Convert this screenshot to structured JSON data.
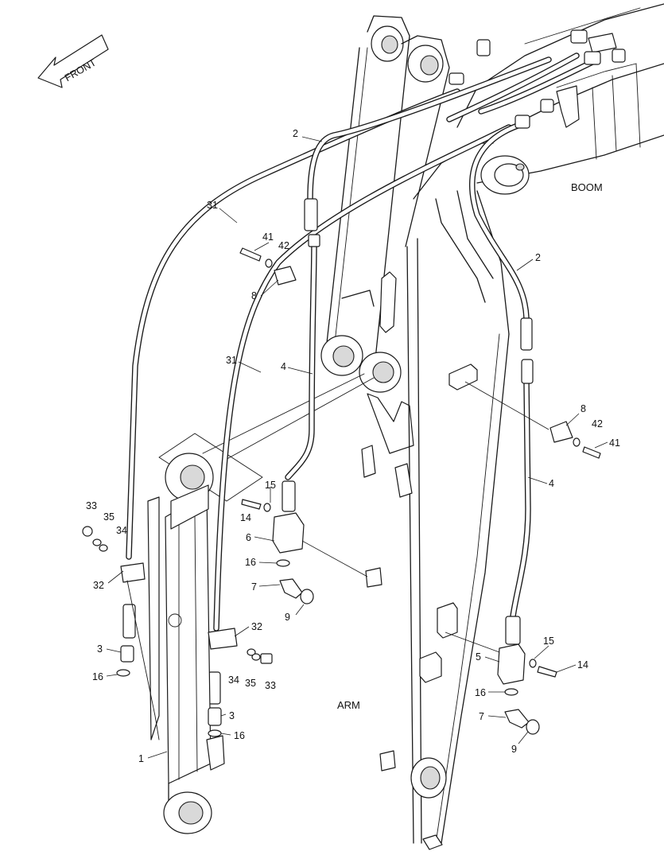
{
  "front_label": "FRONT",
  "boom_label": "BOOM",
  "arm_label": "ARM",
  "callouts": [
    {
      "id": "c2a",
      "text": "2"
    },
    {
      "id": "c2b",
      "text": "2"
    },
    {
      "id": "c31a",
      "text": "31"
    },
    {
      "id": "c31b",
      "text": "31"
    },
    {
      "id": "c41a",
      "text": "41"
    },
    {
      "id": "c42a",
      "text": "42"
    },
    {
      "id": "c8a",
      "text": "8"
    },
    {
      "id": "c4a",
      "text": "4"
    },
    {
      "id": "c4b",
      "text": "4"
    },
    {
      "id": "c8b",
      "text": "8"
    },
    {
      "id": "c42b",
      "text": "42"
    },
    {
      "id": "c41b",
      "text": "41"
    },
    {
      "id": "c15a",
      "text": "15"
    },
    {
      "id": "c14a",
      "text": "14"
    },
    {
      "id": "c6",
      "text": "6"
    },
    {
      "id": "c16a",
      "text": "16"
    },
    {
      "id": "c7a",
      "text": "7"
    },
    {
      "id": "c9a",
      "text": "9"
    },
    {
      "id": "c33a",
      "text": "33"
    },
    {
      "id": "c35a",
      "text": "35"
    },
    {
      "id": "c34a",
      "text": "34"
    },
    {
      "id": "c32a",
      "text": "32"
    },
    {
      "id": "c32b",
      "text": "32"
    },
    {
      "id": "c3a",
      "text": "3"
    },
    {
      "id": "c16b",
      "text": "16"
    },
    {
      "id": "c34b",
      "text": "34"
    },
    {
      "id": "c35b",
      "text": "35"
    },
    {
      "id": "c33b",
      "text": "33"
    },
    {
      "id": "c3b",
      "text": "3"
    },
    {
      "id": "c16c",
      "text": "16"
    },
    {
      "id": "c1",
      "text": "1"
    },
    {
      "id": "c15b",
      "text": "15"
    },
    {
      "id": "c5",
      "text": "5"
    },
    {
      "id": "c14b",
      "text": "14"
    },
    {
      "id": "c16d",
      "text": "16"
    },
    {
      "id": "c7b",
      "text": "7"
    },
    {
      "id": "c9b",
      "text": "9"
    }
  ]
}
